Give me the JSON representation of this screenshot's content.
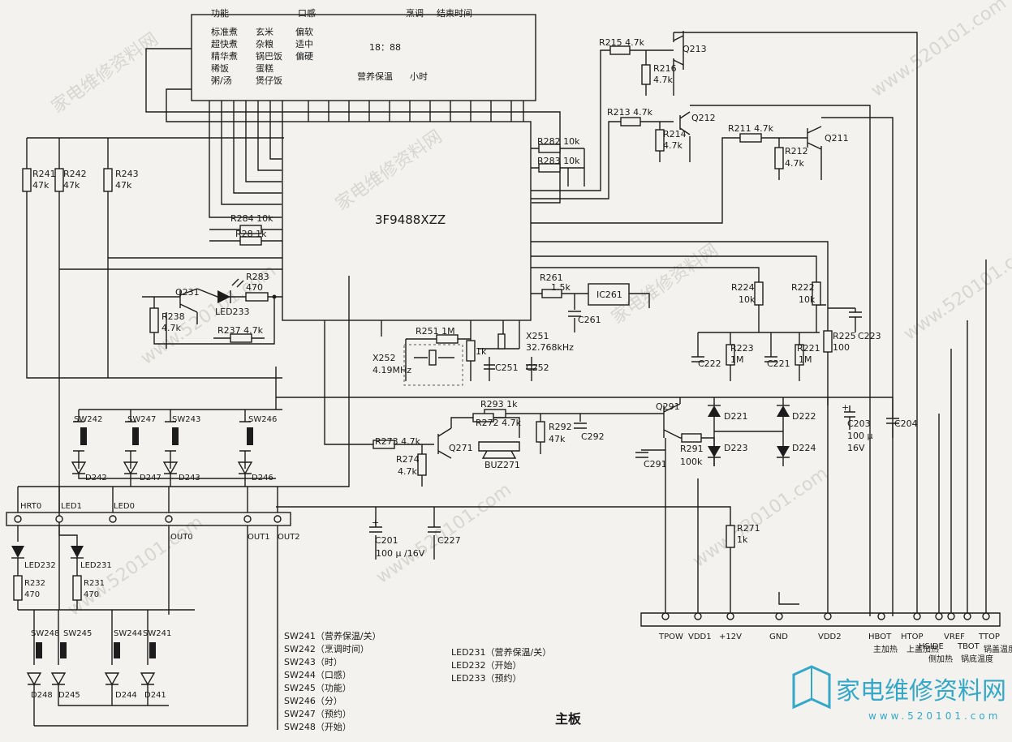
{
  "lcd": {
    "headers": [
      "功能",
      "口感",
      "烹调",
      "结束时间"
    ],
    "functions": [
      "标准煮",
      "超快煮",
      "精华煮",
      "稀饭",
      "粥/汤"
    ],
    "foods": [
      "玄米",
      "杂粮",
      "锅巴饭",
      "蛋糕",
      "煲仔饭"
    ],
    "textures": [
      "偏软",
      "适中",
      "偏硬"
    ],
    "time": "18：88",
    "keepwarm": "营养保温",
    "hours": "小时"
  },
  "ic": {
    "main": "3F9488XZZ",
    "ic261": "IC261"
  },
  "resistors": {
    "R215": "R215 4.7k",
    "R216": "R216",
    "R216v": "4.7k",
    "R213": "R213 4.7k",
    "R214": "R214",
    "R214v": "4.7k",
    "R211": "R211 4.7k",
    "R212": "R212",
    "R212v": "4.7k",
    "R282": "R282 10k",
    "R283b": "R283 10k",
    "R241": "R241",
    "R241v": "47k",
    "R242": "R242",
    "R242v": "47k",
    "R243": "R243",
    "R243v": "47k",
    "R284": "R284 10k",
    "R28": "R28 1k",
    "R283": "R283",
    "R283v": "470",
    "R238": "R238",
    "R238v": "4.7k",
    "R237": "R237 4.7k",
    "R261": "R261",
    "R261v": "1.5k",
    "R251": "R251 1M",
    "R1k": "1k",
    "R224": "R224",
    "R224v": "10k",
    "R222": "R222",
    "R222v": "10k",
    "R223": "R223",
    "R223v": "1M",
    "R221": "R221",
    "R221v": "1M",
    "R225": "R225",
    "R225v": "100",
    "R293": "R293 1k",
    "R272": "R272 4.7k",
    "R292": "R292",
    "R292v": "47k",
    "R273": "R273 4.7k",
    "R274": "R274",
    "R274v": "4.7k",
    "R291": "R291",
    "R291v": "100k",
    "R271": "R271",
    "R271v": "1k",
    "R232": "R232",
    "R232v": "470",
    "R231": "R231",
    "R231v": "470"
  },
  "transistors": [
    "Q213",
    "Q212",
    "Q211",
    "Q231",
    "Q271",
    "Q291"
  ],
  "caps": {
    "C261": "C261",
    "C251": "C251",
    "C252": "C252",
    "C222": "C222",
    "C221": "C221",
    "C223": "C223",
    "C203": "C203",
    "C203v1": "100 μ",
    "C203v2": "16V",
    "C204": "C204",
    "C292": "C292",
    "C291": "C291",
    "C201": "C201",
    "C201v": "100 μ /16V",
    "C227": "C227"
  },
  "crystals": {
    "X251": "X251",
    "X251v": "32.768kHz",
    "X252": "X252",
    "X252v": "4.19MHz"
  },
  "diodes": [
    "D221",
    "D222",
    "D223",
    "D224",
    "D242",
    "D247",
    "D243",
    "D246",
    "D248",
    "D245",
    "D244",
    "D241"
  ],
  "leds": {
    "LED233": "LED233",
    "LED232": "LED232",
    "LED231": "LED231"
  },
  "buzzer": "BUZ271",
  "switches": [
    "SW242",
    "SW247",
    "SW243",
    "SW246",
    "SW248",
    "SW245",
    "SW244",
    "SW241"
  ],
  "connector_left": [
    "HRT0",
    "LED1",
    "LED0",
    "OUT0",
    "OUT1",
    "OUT2"
  ],
  "connector_right": [
    "TPOW",
    "VDD1",
    "+12V",
    "GND",
    "VDD2",
    "HBOT",
    "HTOP",
    "HSIDE",
    "VREF",
    "TBOT",
    "TTOP"
  ],
  "connector_right_desc": {
    "HBOT": "主加热",
    "HTOP": "上盖加热",
    "HSIDE": "侧加热",
    "TBOT": "锅底温度",
    "TTOP": "锅盖温度"
  },
  "legend_sw": [
    "SW241（营养保温/关）",
    "SW242（烹调时间）",
    "SW243（时）",
    "SW244（口感）",
    "SW245（功能）",
    "SW246（分）",
    "SW247（预约）",
    "SW248（开始）"
  ],
  "legend_led": [
    "LED231（营养保温/关）",
    "LED232（开始）",
    "LED233（预约）"
  ],
  "board_title": "主板",
  "watermark": {
    "url": "www.520101.com",
    "site": "家电维修资料网",
    "logo": "家电维修资料网",
    "logo_url": "www.520101.com"
  }
}
